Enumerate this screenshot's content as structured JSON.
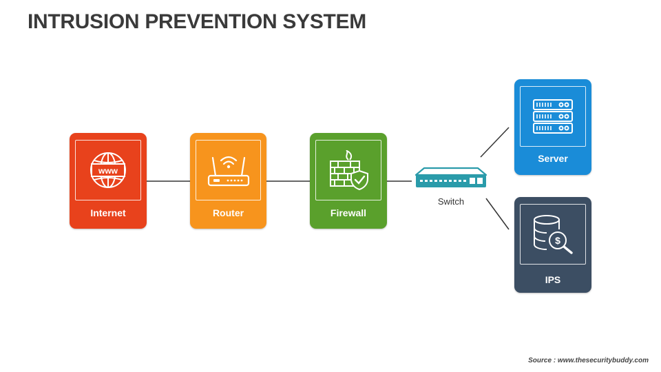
{
  "title": "INTRUSION PREVENTION SYSTEM",
  "nodes": {
    "internet": {
      "label": "Internet",
      "color": "#e8421c",
      "icon": "globe-www-icon"
    },
    "router": {
      "label": "Router",
      "color": "#f7941d",
      "icon": "wifi-router-icon"
    },
    "firewall": {
      "label": "Firewall",
      "color": "#5aa02c",
      "icon": "firewall-shield-icon"
    },
    "switch": {
      "label": "Switch",
      "color": "#2a9baa",
      "icon": "network-switch-icon"
    },
    "server": {
      "label": "Server",
      "color": "#1a8cd8",
      "icon": "server-rack-icon"
    },
    "ips": {
      "label": "IPS",
      "color": "#3c4e63",
      "icon": "database-search-icon"
    }
  },
  "source": "Source : www.thesecuritybuddy.com"
}
